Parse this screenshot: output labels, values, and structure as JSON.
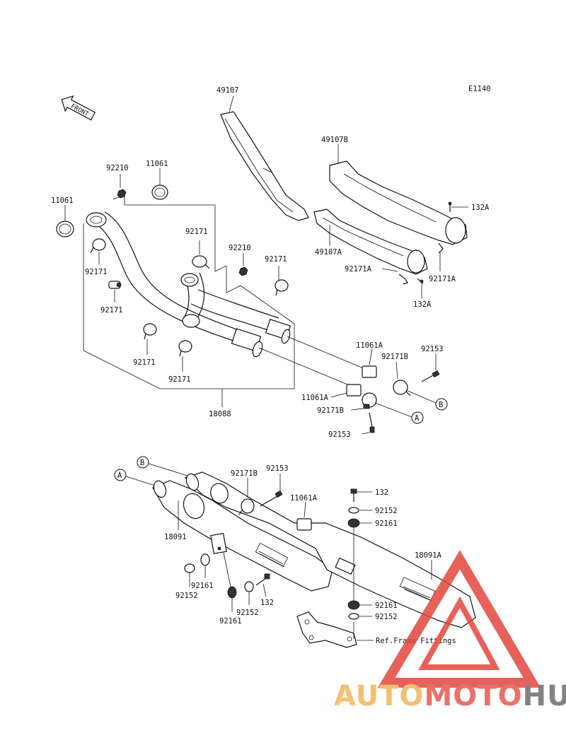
{
  "diagram": {
    "code": "E1140",
    "front_label": "FRONT",
    "labels": {
      "p49107": "49107",
      "p49107B": "49107B",
      "p49107A": "49107A",
      "p132A_top": "132A",
      "p132A_bottom": "132A",
      "p92171A_left": "92171A",
      "p92171A_right": "92171A",
      "p92210_top": "92210",
      "p11061_top": "11061",
      "p11061_left": "11061",
      "p92171_a": "92171",
      "p92210_mid": "92210",
      "p92171_b": "92171",
      "p92171_c": "92171",
      "p92171_d": "92171",
      "p92171_e": "92171",
      "p92171_f": "92171",
      "p18088": "18088",
      "p11061A_top": "11061A",
      "p92171B_top": "92171B",
      "p92153_top": "92153",
      "p11061A_left": "11061A",
      "p92171B_left": "92171B",
      "p92153_bottom": "92153",
      "p92171B_muffler": "92171B",
      "p92153_muffler": "92153",
      "p132_top": "132",
      "p92152_right_top": "92152",
      "p92161_right_top": "92161",
      "p11061A_muffler": "11061A",
      "p18091": "18091",
      "p18091A": "18091A",
      "p92161_left": "92161",
      "p92152_left": "92152",
      "p132_bottom": "132",
      "p92152_mid": "92152",
      "p92161_mid": "92161",
      "p92161_right_bottom": "92161",
      "p92152_right_bottom": "92152",
      "ref_frame": "Ref.Frame Fittings"
    },
    "callouts": {
      "a_letter": "A",
      "b_letter": "B"
    }
  },
  "watermark": {
    "part1": "AUTO",
    "part2": "MOTO",
    "part3": "HUB",
    "colors": {
      "auto": "#f2b45a",
      "moto": "#e8584f",
      "hub": "#6d6d6d",
      "triangle": "#e3463f"
    }
  }
}
